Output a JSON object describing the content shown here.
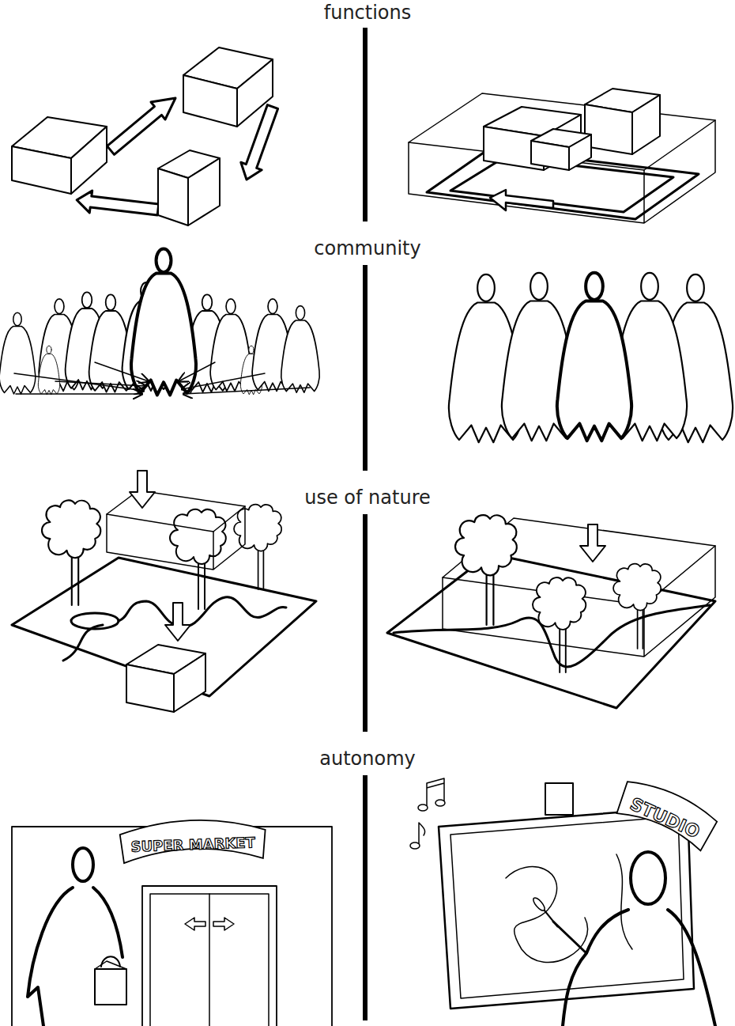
{
  "diagram": {
    "nodes": [
      {
        "text": [
          "SUPER MARKET"
        ]
      },
      {
        "text": [
          "STUDIO"
        ]
      }
    ],
    "labels": [
      "functions",
      "community",
      "use of nature",
      "autonomy"
    ]
  }
}
